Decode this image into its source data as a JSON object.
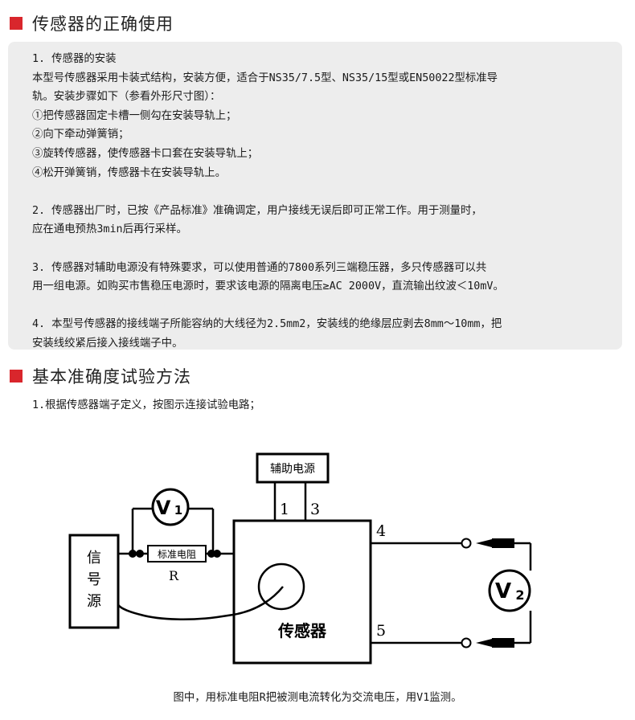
{
  "section1": {
    "title": "传感器的正确使用",
    "para1": [
      "1. 传感器的安装",
      "本型号传感器采用卡装式结构，安装方便，适合于NS35/7.5型、NS35/15型或EN50022型标准导",
      "轨。安装步骤如下（参看外形尺寸图）：",
      "①把传感器固定卡槽一侧勾在安装导轨上；",
      "②向下牵动弹簧销；",
      "③旋转传感器，使传感器卡口套在安装导轨上；",
      "④松开弹簧销，传感器卡在安装导轨上。"
    ],
    "para2": [
      "2. 传感器出厂时，已按《产品标准》准确调定，用户接线无误后即可正常工作。用于测量时，",
      "应在通电预热3min后再行采样。"
    ],
    "para3": [
      "3. 传感器对辅助电源没有特殊要求，可以使用普通的7800系列三端稳压器，多只传感器可以共",
      "用一组电源。如购买市售稳压电源时，要求该电源的隔离电压≥AC 2000V，直流输出纹波＜10mV。"
    ],
    "para4": [
      "4. 本型号传感器的接线端子所能容纳的大线径为2.5mm2，安装线的绝缘层应剥去8mm～10mm，把",
      "安装线绞紧后接入接线端子中。"
    ]
  },
  "section2": {
    "title": "基本准确度试验方法",
    "step1": "1.根据传感器端子定义，按图示连接试验电路；"
  },
  "diagram": {
    "aux_power": "辅助电源",
    "signal_source": [
      "信",
      "号",
      "源"
    ],
    "resistor_label": "标准电阻",
    "resistor_symbol": "R",
    "sensor_label": "传感器",
    "v1_label": "V",
    "v1_sub": "1",
    "v2_label": "V",
    "v2_sub": "2",
    "terminal_1": "1",
    "terminal_3": "3",
    "terminal_4": "4",
    "terminal_5": "5"
  },
  "caption": "图中，用标准电阻R把被测电流转化为交流电压，用V1监测。",
  "colors": {
    "accent": "#d9262c",
    "panel_bg": "#ededed"
  }
}
